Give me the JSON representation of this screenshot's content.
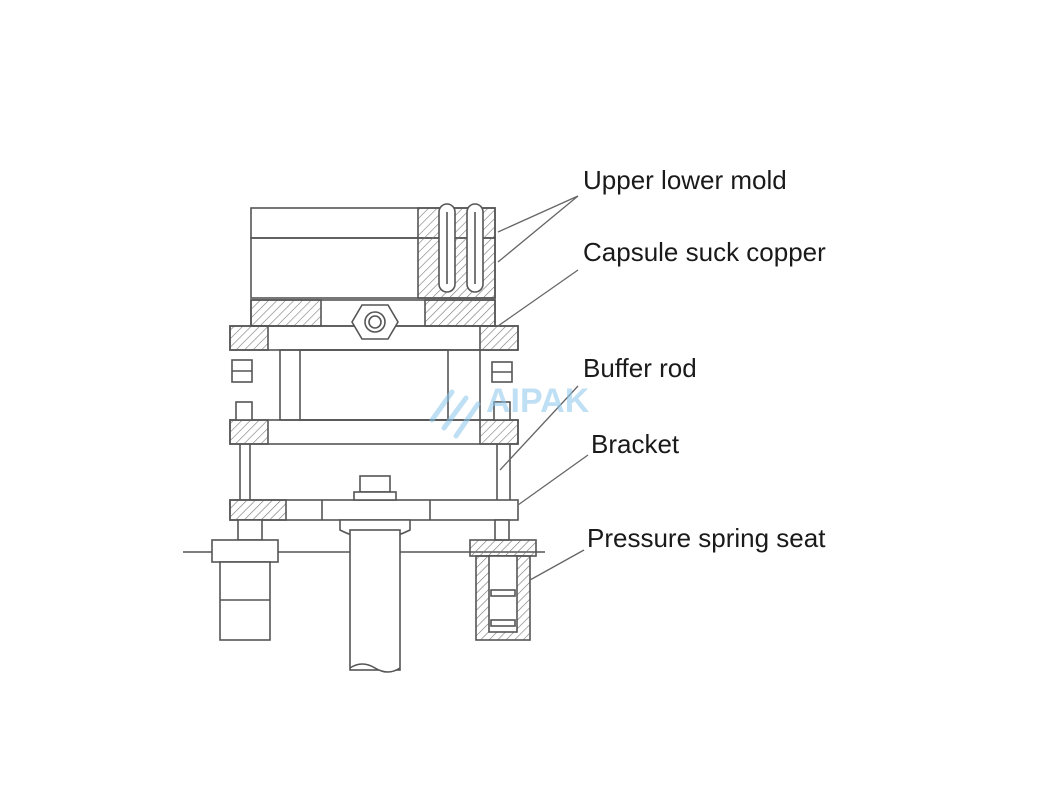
{
  "diagram": {
    "labels": {
      "upper_lower_mold": "Upper lower mold",
      "capsule_suck_copper": "Capsule suck copper",
      "buffer_rod": "Buffer rod",
      "bracket": "Bracket",
      "pressure_spring_seat": "Pressure spring seat"
    },
    "watermark": "AIPAK",
    "colors": {
      "line": "#555555",
      "background": "#ffffff",
      "watermark": "#9fd0ee"
    }
  }
}
